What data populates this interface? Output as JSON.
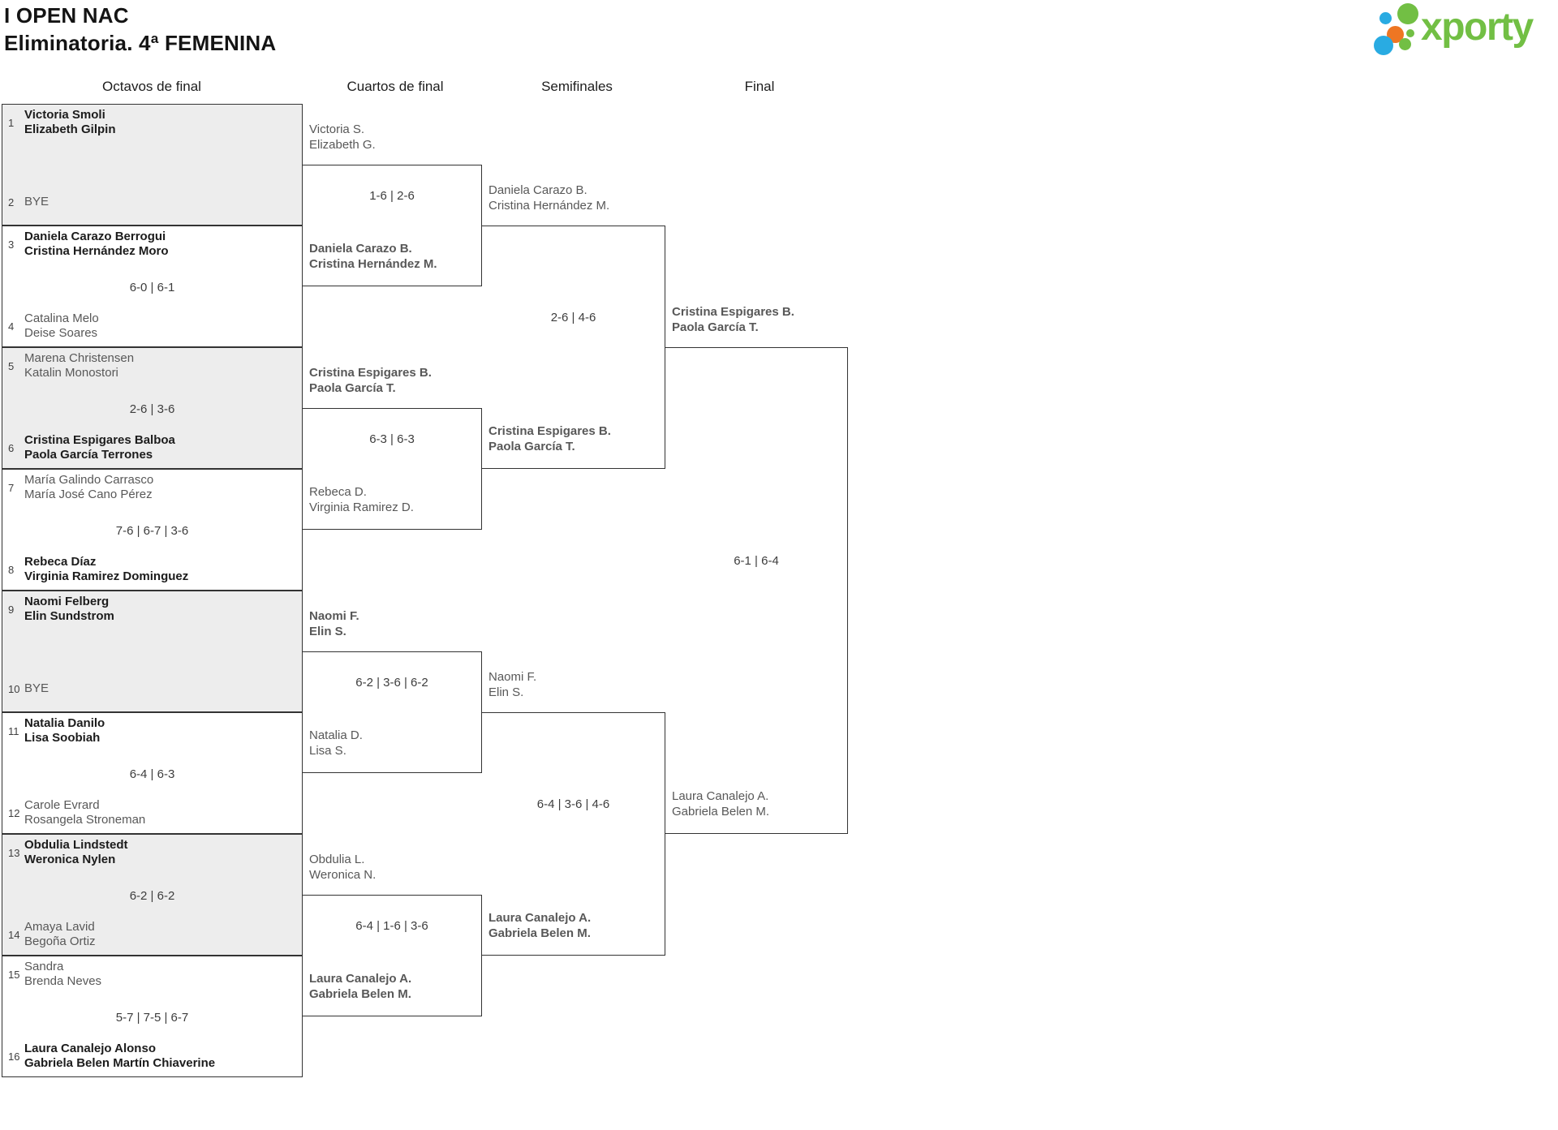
{
  "title": {
    "line1": "I OPEN NAC",
    "line2": "Eliminatoria. 4ª FEMENINA"
  },
  "logo": {
    "text": "xporty",
    "green": "#72bf44",
    "blue": "#29abe2",
    "orange": "#ee7623"
  },
  "headers": [
    "Octavos de final",
    "Cuartos de final",
    "Semifinales",
    "Final"
  ],
  "r16": [
    {
      "seed_top": "1",
      "top": [
        "Victoria Smoli",
        "Elizabeth Gilpin"
      ],
      "top_winner": true,
      "score": "",
      "seed_bottom": "2",
      "bottom": [
        "BYE"
      ],
      "bottom_winner": false
    },
    {
      "seed_top": "3",
      "top": [
        "Daniela Carazo Berrogui",
        "Cristina Hernández Moro"
      ],
      "top_winner": true,
      "score": "6-0 | 6-1",
      "seed_bottom": "4",
      "bottom": [
        "Catalina Melo",
        "Deise Soares"
      ],
      "bottom_winner": false
    },
    {
      "seed_top": "5",
      "top": [
        "Marena Christensen",
        "Katalin Monostori"
      ],
      "top_winner": false,
      "score": "2-6 | 3-6",
      "seed_bottom": "6",
      "bottom": [
        "Cristina Espigares Balboa",
        "Paola García Terrones"
      ],
      "bottom_winner": true
    },
    {
      "seed_top": "7",
      "top": [
        "María Galindo Carrasco",
        "María José Cano Pérez"
      ],
      "top_winner": false,
      "score": "7-6 | 6-7 | 3-6",
      "seed_bottom": "8",
      "bottom": [
        "Rebeca Díaz",
        "Virginia Ramirez Dominguez"
      ],
      "bottom_winner": true
    },
    {
      "seed_top": "9",
      "top": [
        "Naomi Felberg",
        "Elin Sundstrom"
      ],
      "top_winner": true,
      "score": "",
      "seed_bottom": "10",
      "bottom": [
        "BYE"
      ],
      "bottom_winner": false
    },
    {
      "seed_top": "11",
      "top": [
        "Natalia Danilo",
        "Lisa Soobiah"
      ],
      "top_winner": true,
      "score": "6-4 | 6-3",
      "seed_bottom": "12",
      "bottom": [
        "Carole Evrard",
        "Rosangela Stroneman"
      ],
      "bottom_winner": false
    },
    {
      "seed_top": "13",
      "top": [
        "Obdulia Lindstedt",
        "Weronica Nylen"
      ],
      "top_winner": true,
      "score": "6-2 | 6-2",
      "seed_bottom": "14",
      "bottom": [
        "Amaya Lavid",
        "Begoña Ortiz"
      ],
      "bottom_winner": false
    },
    {
      "seed_top": "15",
      "top": [
        "Sandra",
        "Brenda Neves"
      ],
      "top_winner": false,
      "score": "5-7 | 7-5 | 6-7",
      "seed_bottom": "16",
      "bottom": [
        "Laura Canalejo Alonso",
        "Gabriela Belen Martín Chiaverine"
      ],
      "bottom_winner": true
    }
  ],
  "qf": [
    {
      "top": [
        "Victoria S.",
        "Elizabeth G."
      ],
      "top_winner": false,
      "score": "1-6 | 2-6",
      "bottom": [
        "Daniela Carazo B.",
        "Cristina Hernández M."
      ],
      "bottom_winner": true
    },
    {
      "top": [
        "Cristina Espigares B.",
        "Paola García T."
      ],
      "top_winner": true,
      "score": "6-3 | 6-3",
      "bottom": [
        "Rebeca D.",
        "Virginia Ramirez D."
      ],
      "bottom_winner": false
    },
    {
      "top": [
        "Naomi F.",
        "Elin S."
      ],
      "top_winner": true,
      "score": "6-2 | 3-6 | 6-2",
      "bottom": [
        "Natalia D.",
        "Lisa S."
      ],
      "bottom_winner": false
    },
    {
      "top": [
        "Obdulia L.",
        "Weronica N."
      ],
      "top_winner": false,
      "score": "6-4 | 1-6 | 3-6",
      "bottom": [
        "Laura Canalejo A.",
        "Gabriela Belen M."
      ],
      "bottom_winner": true
    }
  ],
  "sf": [
    {
      "top": [
        "Daniela Carazo B.",
        "Cristina Hernández M."
      ],
      "top_winner": false,
      "score": "2-6 | 4-6",
      "bottom": [
        "Cristina Espigares B.",
        "Paola García T."
      ],
      "bottom_winner": true
    },
    {
      "top": [
        "Naomi F.",
        "Elin S."
      ],
      "top_winner": false,
      "score": "6-4 | 3-6 | 4-6",
      "bottom": [
        "Laura Canalejo A.",
        "Gabriela Belen M."
      ],
      "bottom_winner": true
    }
  ],
  "final": {
    "top": [
      "Cristina Espigares B.",
      "Paola García T."
    ],
    "top_winner": true,
    "score": "6-1 | 6-4",
    "bottom": [
      "Laura Canalejo A.",
      "Gabriela Belen M."
    ],
    "bottom_winner": false
  }
}
